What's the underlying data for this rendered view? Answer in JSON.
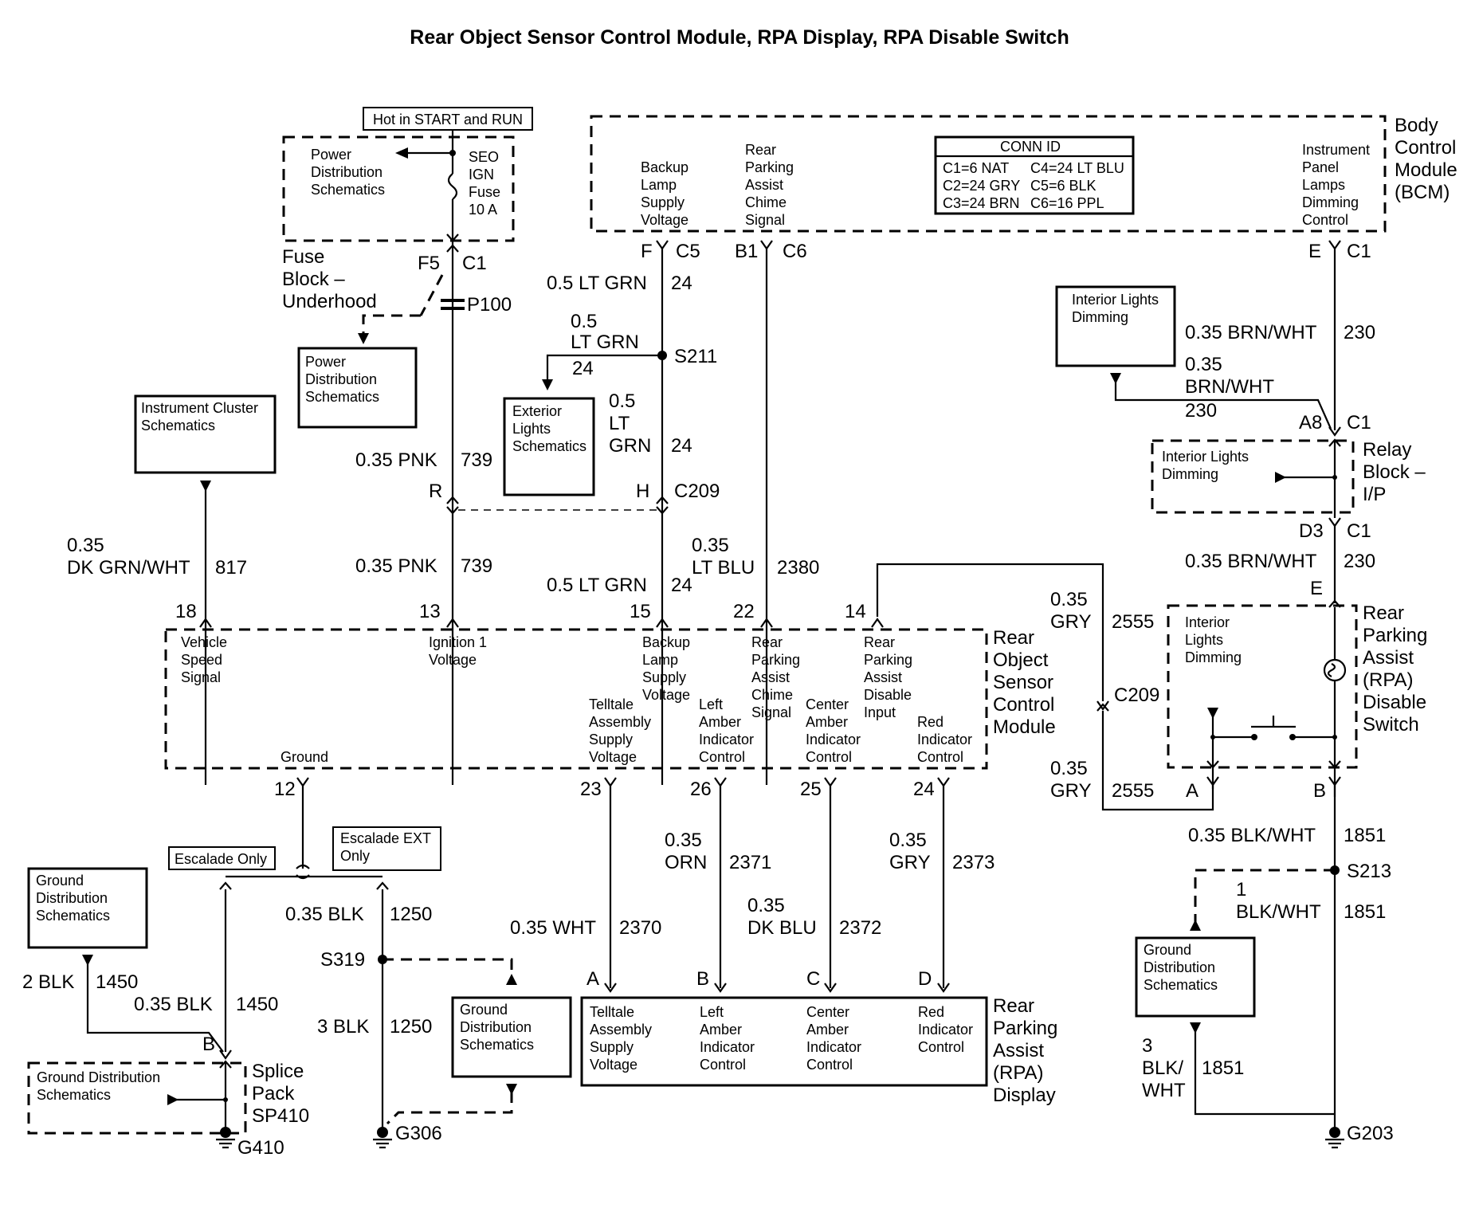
{
  "title": "Rear Object Sensor Control Module, RPA Display, RPA Disable Switch",
  "power": {
    "hot_label": "Hot in START and RUN",
    "fuse_name": [
      "SEO",
      "IGN",
      "Fuse",
      "10 A"
    ],
    "power_dist": [
      "Power",
      "Distribution",
      "Schematics"
    ],
    "fuse_block": [
      "Fuse",
      "Block –",
      "Underhood"
    ],
    "fuse_pin": "F5",
    "fuse_conn": "C1",
    "p100": "P100",
    "power_dist_box": [
      "Power",
      "Distribution",
      "Schematics"
    ]
  },
  "bcm": {
    "name": [
      "Body",
      "Control",
      "Module",
      "(BCM)"
    ],
    "pins": {
      "backup": [
        "Backup",
        "Lamp",
        "Supply",
        "Voltage"
      ],
      "chime": [
        "Rear",
        "Parking",
        "Assist",
        "Chime",
        "Signal"
      ],
      "ipdim": [
        "Instrument",
        "Panel",
        "Lamps",
        "Dimming",
        "Control"
      ]
    },
    "conn_id_title": "CONN ID",
    "conn_id_rows": [
      "C1=6 NAT",
      "C4=24 LT BLU",
      "C2=24 GRY",
      "C5=6 BLK",
      "C3=24 BRN",
      "C6=16 PPL"
    ],
    "pin_f": "F",
    "conn_c5": "C5",
    "pin_b1": "B1",
    "conn_c6": "C6",
    "pin_e": "E",
    "conn_c1": "C1"
  },
  "wires": {
    "w_ltgrn_top": "0.5 LT GRN",
    "c_24a": "24",
    "w_s211_size": "0.5",
    "w_s211_color": "LT GRN",
    "c_24b": "24",
    "s211": "S211",
    "w_ltgrn_mid_size": "0.5",
    "w_ltgrn_mid_lt": "LT",
    "w_ltgrn_mid_grn": "GRN",
    "c_24c": "24",
    "pin_h": "H",
    "c209_top": "C209",
    "w_pnk_top": "0.35 PNK",
    "c_739a": "739",
    "pin_r": "R",
    "w_pnk_bot": "0.35 PNK",
    "c_739b": "739",
    "w_ltgrn_bot": "0.5 LT GRN",
    "c_24d": "24",
    "w_ltblu_size": "0.35",
    "w_ltblu_color": "LT BLU",
    "c_2380": "2380",
    "w_dkgrn_size": "0.35",
    "w_dkgrn_color": "DK GRN/WHT",
    "c_817": "817",
    "w_brnwht_1": "0.35 BRN/WHT",
    "c_230a": "230",
    "w_brnwht_2_size": "0.35",
    "w_brnwht_2_color": "BRN/WHT",
    "c_230b": "230",
    "pin_a8": "A8",
    "relay_c1a": "C1",
    "pin_d3": "D3",
    "relay_c1b": "C1",
    "w_brnwht_3": "0.35 BRN/WHT",
    "c_230c": "230",
    "pin_e_sw": "E",
    "w_gry_top_size": "0.35",
    "w_gry_top_color": "GRY",
    "c_2555a": "2555",
    "c209_right": "C209",
    "w_gry_bot_size": "0.35",
    "w_gry_bot_color": "GRY",
    "c_2555b": "2555",
    "pin_a_sw": "A",
    "pin_b_sw": "B",
    "w_blkwht_1": "0.35 BLK/WHT",
    "c_1851a": "1851",
    "s213": "S213",
    "w_blkwht_2_size": "1",
    "w_blkwht_2_color": "BLK/WHT",
    "c_1851b": "1851",
    "w_blkwht_3_size": "3",
    "w_blkwht_3_c1": "BLK/",
    "w_blkwht_3_c2": "WHT",
    "c_1851c": "1851",
    "g203": "G203",
    "w_wht": "0.35 WHT",
    "c_2370": "2370",
    "w_orn_size": "0.35",
    "w_orn_color": "ORN",
    "c_2371": "2371",
    "w_dkblu_size": "0.35",
    "w_dkblu_color": "DK BLU",
    "c_2372": "2372",
    "w_gry3_size": "0.35",
    "w_gry3_color": "GRY",
    "c_2373": "2373",
    "pin_a_d": "A",
    "pin_b_d": "B",
    "pin_c_d": "C",
    "pin_d_d": "D",
    "w_blk_1250": "0.35 BLK",
    "c_1250a": "1250",
    "s319": "S319",
    "w_3blk": "3 BLK",
    "c_1250b": "1250",
    "g306": "G306",
    "w_2blk": "2 BLK",
    "c_1450a": "1450",
    "w_blk_1450": "0.35 BLK",
    "c_1450b": "1450",
    "pin_b_sp": "B",
    "g410": "G410"
  },
  "module": {
    "name": [
      "Rear",
      "Object",
      "Sensor",
      "Control",
      "Module"
    ],
    "pin_nums": {
      "p18": "18",
      "p13": "13",
      "p15": "15",
      "p22": "22",
      "p14": "14",
      "p12": "12",
      "p23": "23",
      "p26": "26",
      "p25": "25",
      "p24": "24"
    },
    "vss": [
      "Vehicle",
      "Speed",
      "Signal"
    ],
    "ign": [
      "Ignition 1",
      "Voltage"
    ],
    "backup": [
      "Backup",
      "Lamp",
      "Supply",
      "Voltage"
    ],
    "chime": [
      "Rear",
      "Parking",
      "Assist",
      "Chime",
      "Signal"
    ],
    "disable": [
      "Rear",
      "Parking",
      "Assist",
      "Disable",
      "Input"
    ],
    "telltale": [
      "Telltale",
      "Assembly",
      "Supply",
      "Voltage"
    ],
    "left_amber": [
      "Left",
      "Amber",
      "Indicator",
      "Control"
    ],
    "center_amber": [
      "Center",
      "Amber",
      "Indicator",
      "Control"
    ],
    "red": [
      "Red",
      "Indicator",
      "Control"
    ],
    "ground": "Ground"
  },
  "display": {
    "name": [
      "Rear",
      "Parking",
      "Assist",
      "(RPA)",
      "Display"
    ],
    "telltale": [
      "Telltale",
      "Assembly",
      "Supply",
      "Voltage"
    ],
    "left_amber": [
      "Left",
      "Amber",
      "Indicator",
      "Control"
    ],
    "center_amber": [
      "Center",
      "Amber",
      "Indicator",
      "Control"
    ],
    "red": [
      "Red",
      "Indicator",
      "Control"
    ]
  },
  "switch": {
    "name": [
      "Rear",
      "Parking",
      "Assist",
      "(RPA)",
      "Disable",
      "Switch"
    ],
    "inner": [
      "Interior",
      "Lights",
      "Dimming"
    ]
  },
  "relay": {
    "name": [
      "Relay",
      "Block –",
      "I/P"
    ],
    "inner": [
      "Interior Lights",
      "Dimming"
    ]
  },
  "refs": {
    "int_lights": [
      "Interior Lights",
      "Dimming"
    ],
    "ext_lights": [
      "Exterior",
      "Lights",
      "Schematics"
    ],
    "inst_cluster": [
      "Instrument Cluster",
      "Schematics"
    ],
    "gnd_dist_left": [
      "Ground",
      "Distribution",
      "Schematics"
    ],
    "gnd_dist_mid": [
      "Ground",
      "Distribution",
      "Schematics"
    ],
    "gnd_dist_right": [
      "Ground",
      "Distribution",
      "Schematics"
    ],
    "escalade_only": "Escalade Only",
    "escalade_ext": [
      "Escalade EXT",
      "Only"
    ],
    "splice_pack": [
      "Splice",
      "Pack",
      "SP410"
    ],
    "gnd_dist_sp": [
      "Ground Distribution",
      "Schematics"
    ]
  }
}
